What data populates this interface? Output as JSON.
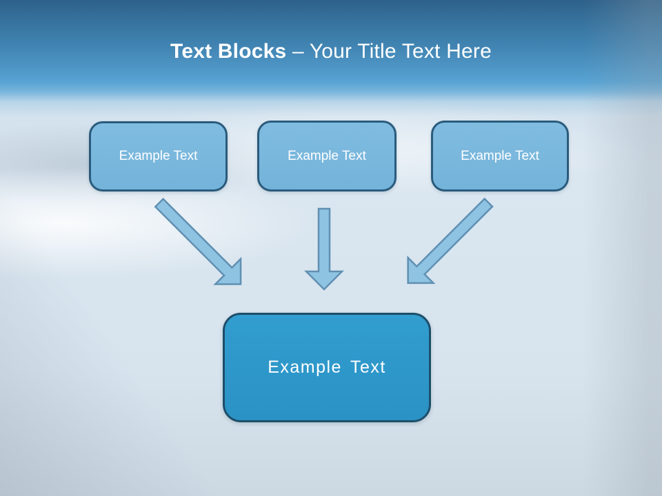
{
  "slide": {
    "title": {
      "bold": "Text Blocks",
      "regular": "– Your Title Text Here"
    },
    "source_boxes": [
      {
        "label": "Example Text"
      },
      {
        "label": "Example Text"
      },
      {
        "label": "Example Text"
      }
    ],
    "target_box": {
      "label": "Example Text"
    },
    "arrows": [
      {
        "name": "left-diagonal-down-right-arrow"
      },
      {
        "name": "middle-vertical-down-arrow"
      },
      {
        "name": "right-diagonal-down-left-arrow"
      }
    ],
    "colors": {
      "header_top": "#2d618a",
      "header_bright": "#57a3d3",
      "body": "#dae6f0",
      "source_box_fill": "#79b7dd",
      "source_box_border": "#2a5b7c",
      "target_box_fill": "#2e97ca",
      "target_box_border": "#1d4e69",
      "arrow_fill": "#8ec3e2",
      "arrow_stroke": "#6090b2",
      "title_text": "#ffffff"
    }
  }
}
